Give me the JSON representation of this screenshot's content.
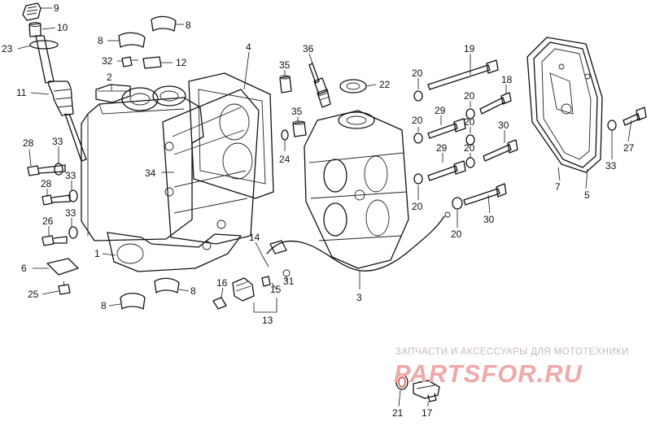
{
  "callouts": [
    {
      "id": "c9",
      "text": "9"
    },
    {
      "id": "c10",
      "text": "10"
    },
    {
      "id": "c23",
      "text": "23"
    },
    {
      "id": "c8a",
      "text": "8"
    },
    {
      "id": "c8b",
      "text": "8"
    },
    {
      "id": "c32",
      "text": "32"
    },
    {
      "id": "c12",
      "text": "12"
    },
    {
      "id": "c2",
      "text": "2"
    },
    {
      "id": "c4",
      "text": "4"
    },
    {
      "id": "c11",
      "text": "11"
    },
    {
      "id": "c35a",
      "text": "35"
    },
    {
      "id": "c36",
      "text": "36"
    },
    {
      "id": "c22",
      "text": "22"
    },
    {
      "id": "c35b",
      "text": "35"
    },
    {
      "id": "c24",
      "text": "24"
    },
    {
      "id": "c28a",
      "text": "28"
    },
    {
      "id": "c33a",
      "text": "33"
    },
    {
      "id": "c34",
      "text": "34"
    },
    {
      "id": "c28b",
      "text": "28"
    },
    {
      "id": "c33b",
      "text": "33"
    },
    {
      "id": "c26",
      "text": "26"
    },
    {
      "id": "c33c",
      "text": "33"
    },
    {
      "id": "c1",
      "text": "1"
    },
    {
      "id": "c6",
      "text": "6"
    },
    {
      "id": "c25",
      "text": "25"
    },
    {
      "id": "c8c",
      "text": "8"
    },
    {
      "id": "c8d",
      "text": "8"
    },
    {
      "id": "c14",
      "text": "14"
    },
    {
      "id": "c16",
      "text": "16"
    },
    {
      "id": "c15",
      "text": "15"
    },
    {
      "id": "c31",
      "text": "31"
    },
    {
      "id": "c13",
      "text": "13"
    },
    {
      "id": "c3",
      "text": "3"
    },
    {
      "id": "c19",
      "text": "19"
    },
    {
      "id": "c20a",
      "text": "20"
    },
    {
      "id": "c18",
      "text": "18"
    },
    {
      "id": "c20b",
      "text": "20"
    },
    {
      "id": "c29a",
      "text": "29"
    },
    {
      "id": "c20c",
      "text": "20"
    },
    {
      "id": "c20d",
      "text": "20"
    },
    {
      "id": "c30a",
      "text": "30"
    },
    {
      "id": "c29b",
      "text": "29"
    },
    {
      "id": "c20e",
      "text": "20"
    },
    {
      "id": "c20f",
      "text": "20"
    },
    {
      "id": "c30b",
      "text": "30"
    },
    {
      "id": "c20g",
      "text": "20"
    },
    {
      "id": "c7",
      "text": "7"
    },
    {
      "id": "c5",
      "text": "5"
    },
    {
      "id": "c33d",
      "text": "33"
    },
    {
      "id": "c27",
      "text": "27"
    },
    {
      "id": "c21",
      "text": "21"
    },
    {
      "id": "c17",
      "text": "17"
    }
  ],
  "watermark": {
    "tagline": "ЗАПЧАСТИ И АКСЕССУАРЫ ДЛЯ МОТОТЕХНИКИ",
    "logo": "PARTSFOR.RU"
  },
  "colors": {
    "line": "#111111",
    "watermark_text": "#c8b8b8",
    "watermark_logo": "#efa9a9",
    "washer_highlight": "#d83a3a"
  }
}
